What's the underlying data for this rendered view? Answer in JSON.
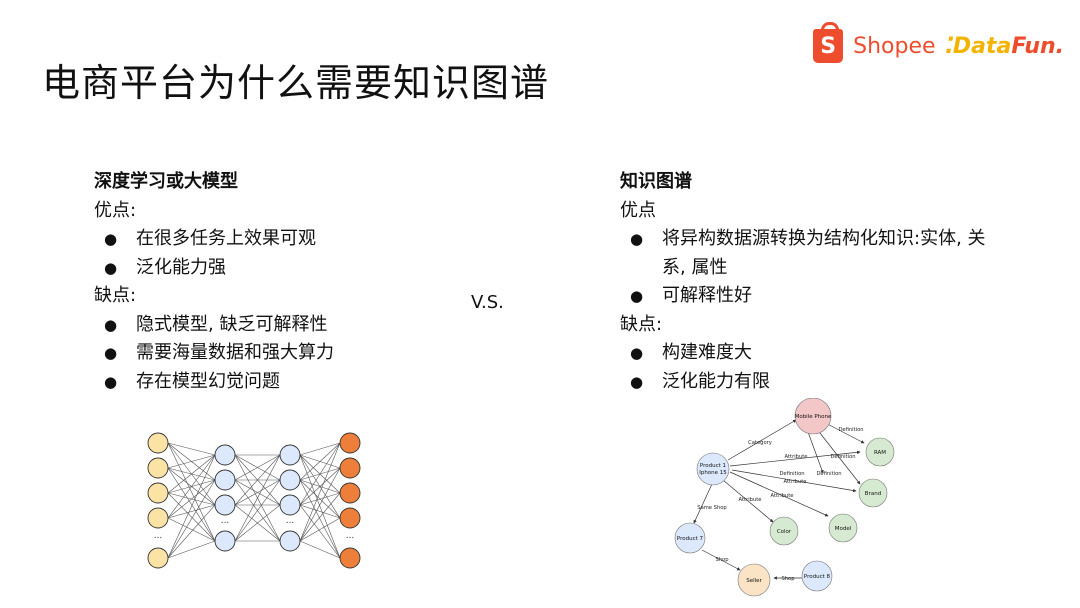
{
  "title": "电商平台为什么需要知识图谱",
  "logos": {
    "shopee_glyph": "S",
    "shopee": "Shopee",
    "datafun_a": "Data",
    "datafun_b": "Fun."
  },
  "left": {
    "heading": "深度学习或大模型",
    "pros_label": "优点:",
    "pros": [
      "在很多任务上效果可观",
      "泛化能力强"
    ],
    "cons_label": "缺点:",
    "cons": [
      "隐式模型, 缺乏可解释性",
      "需要海量数据和强大算力",
      "存在模型幻觉问题"
    ]
  },
  "vs": "V.S.",
  "right": {
    "heading": "知识图谱",
    "pros_label": "优点",
    "pros": [
      "将异构数据源转换为结构化知识:实体, 关系, 属性",
      "可解释性好"
    ],
    "cons_label": "缺点:",
    "cons": [
      "构建难度大",
      "泛化能力有限"
    ]
  },
  "nn": {
    "dots": "...",
    "colors": {
      "input": "#fbe3a6",
      "hidden": "#dce8fb",
      "output": "#ee7f3a"
    }
  },
  "kg": {
    "nodes": {
      "mobile": "Mobile Phone",
      "ram": "RAM",
      "brand": "Brand",
      "model": "Model",
      "color": "Color",
      "p1a": "Product 1",
      "p1b": "Iphone 15",
      "p7": "Product 7",
      "seller": "Seller",
      "p8": "Product 8"
    },
    "edges": {
      "category": "Category",
      "def1": "Definition",
      "def2": "Definition",
      "def3": "Definition",
      "def4": "Definition",
      "attr1": "Attribute",
      "attr2": "Attribute",
      "attr3": "Attribute",
      "attr4": "Attribute",
      "same_shop": "Same Shop",
      "shop1": "Shop",
      "shop2": "Shop"
    },
    "colors": {
      "mobile": "#f3c6c8",
      "attr": "#d5ead0",
      "product": "#dce8fb",
      "seller": "#fbe3c6"
    }
  }
}
